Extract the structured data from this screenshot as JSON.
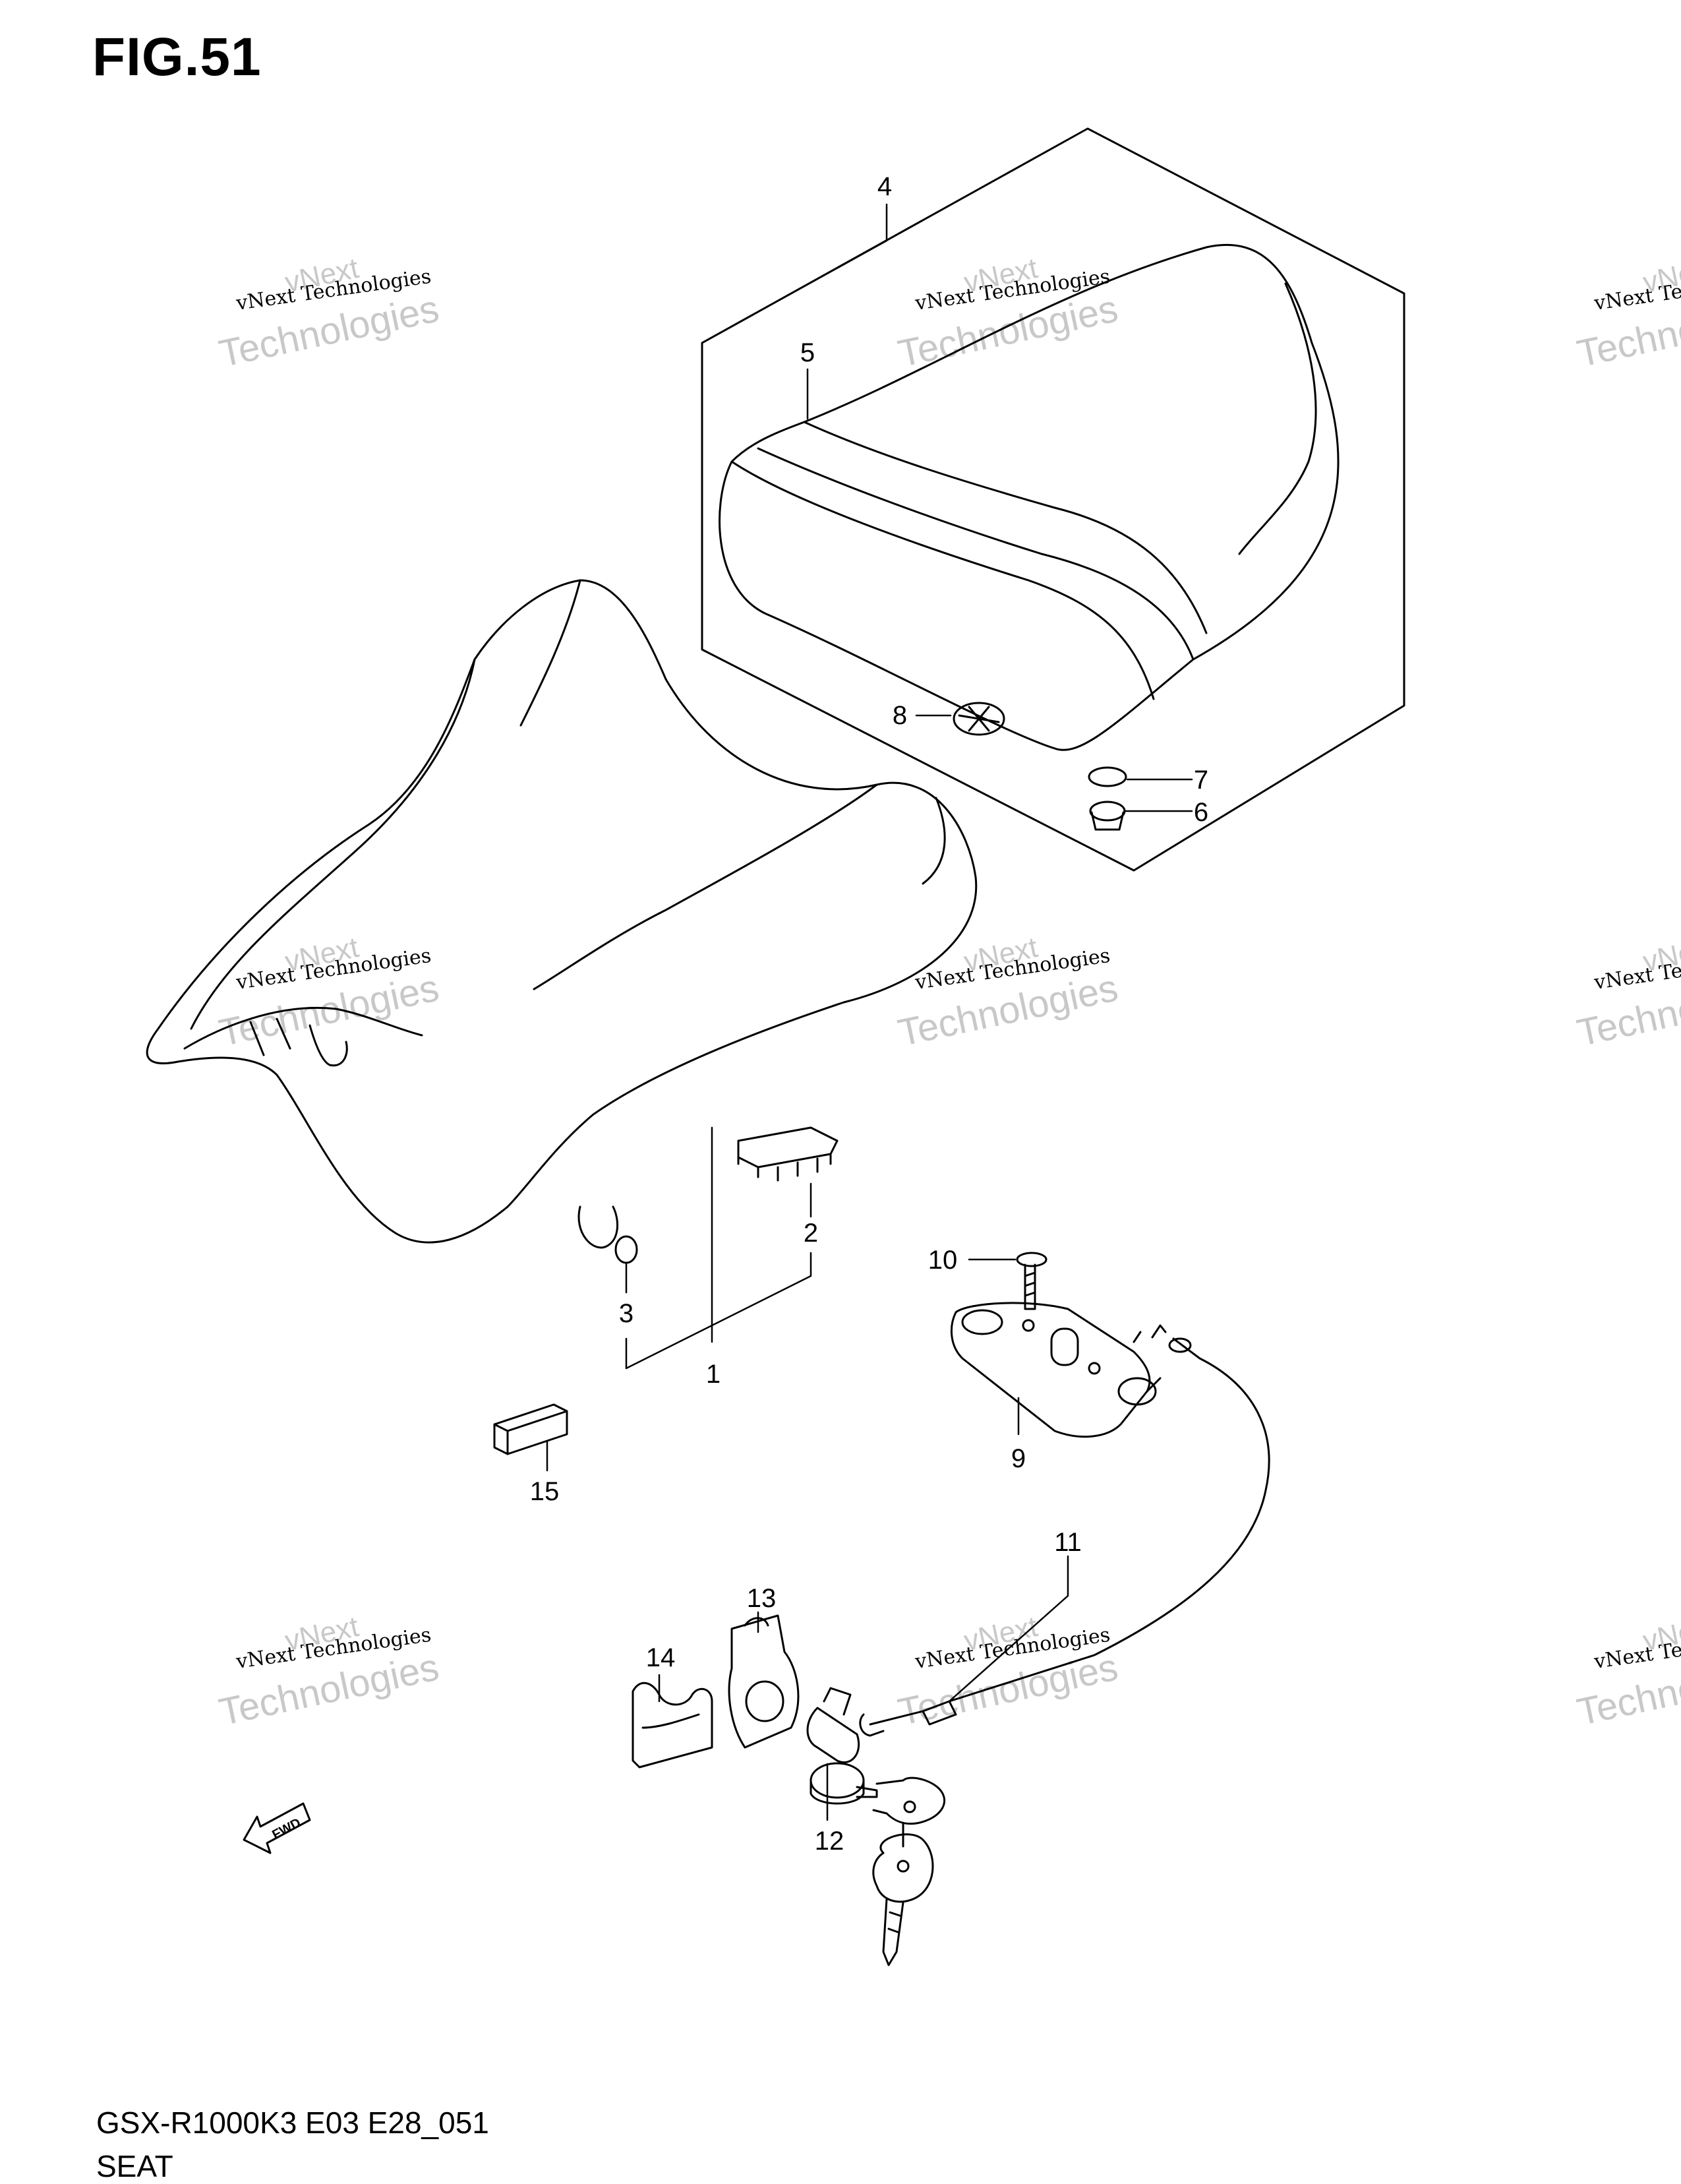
{
  "figure": {
    "title": "FIG.51",
    "model_code": "GSX-R1000K3 E03 E28_051",
    "section_name": "SEAT"
  },
  "callouts": [
    {
      "id": "1",
      "label": "1"
    },
    {
      "id": "2",
      "label": "2"
    },
    {
      "id": "3",
      "label": "3"
    },
    {
      "id": "4",
      "label": "4"
    },
    {
      "id": "5",
      "label": "5"
    },
    {
      "id": "6",
      "label": "6"
    },
    {
      "id": "7",
      "label": "7"
    },
    {
      "id": "8",
      "label": "8"
    },
    {
      "id": "9",
      "label": "9"
    },
    {
      "id": "10",
      "label": "10"
    },
    {
      "id": "11",
      "label": "11"
    },
    {
      "id": "12",
      "label": "12"
    },
    {
      "id": "13",
      "label": "13"
    },
    {
      "id": "14",
      "label": "14"
    },
    {
      "id": "15",
      "label": "15"
    }
  ],
  "watermark": {
    "line_small": "vNext Technologies",
    "line_large_1": "vNext",
    "line_large_2": "Technologies"
  },
  "direction_marker": "FWD",
  "colors": {
    "ink": "#000000",
    "watermark": "#c8c8c8",
    "background": "#ffffff"
  }
}
